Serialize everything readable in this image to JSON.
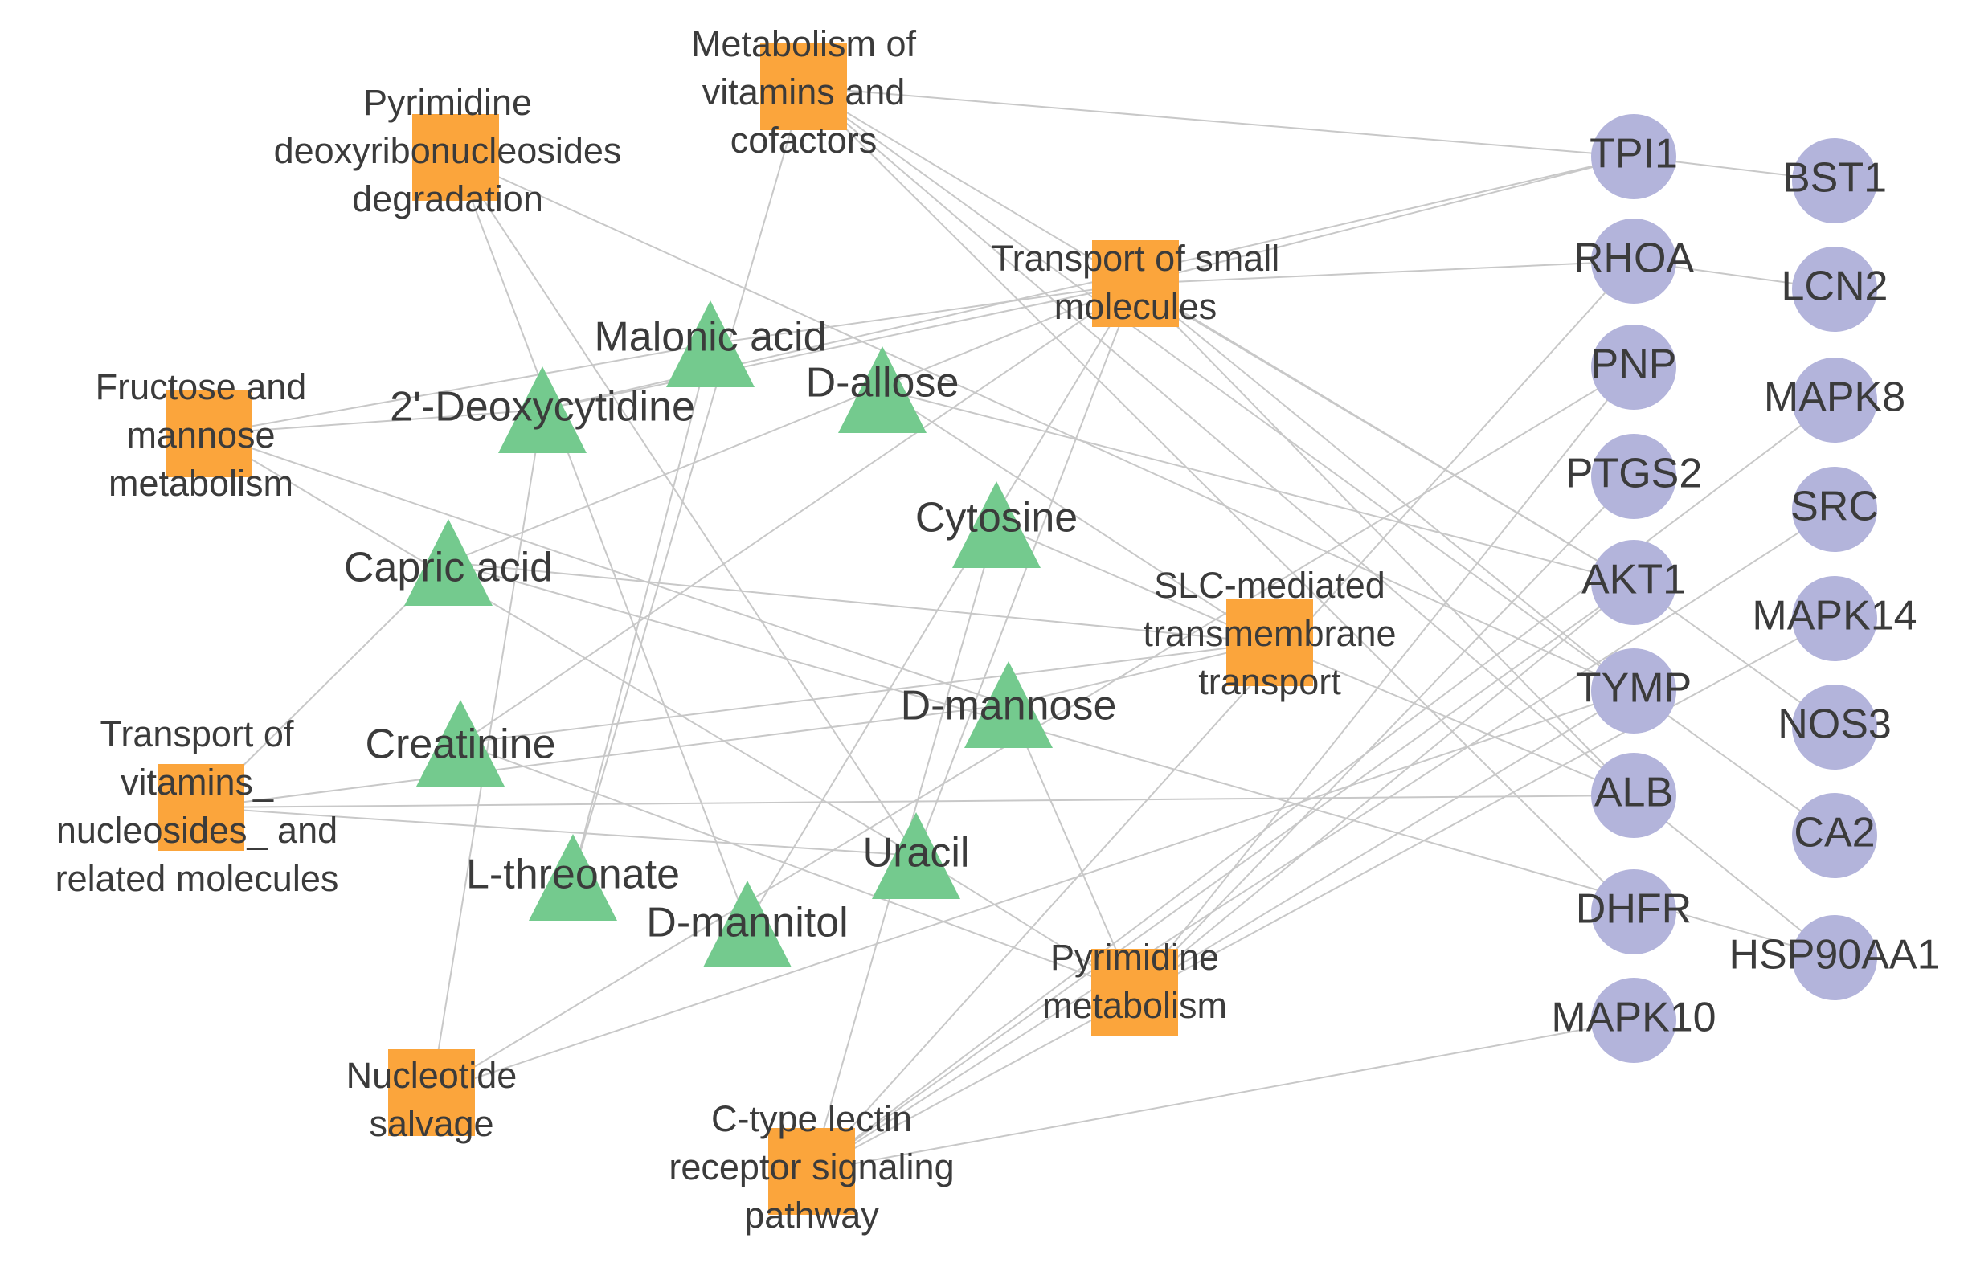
{
  "colors": {
    "pathway": "#FBA53C",
    "metabolite": "#74CA8E",
    "target": "#B3B4DB",
    "edge": "#C8C8C8",
    "label": "#3B3B3B"
  },
  "pathways": [
    {
      "id": "p_metvit",
      "lines": [
        "Metabolism of",
        "vitamins and",
        "cofactors"
      ]
    },
    {
      "id": "p_pyrdeg",
      "lines": [
        "Pyrimidine",
        "deoxyribonucleosides",
        "degradation"
      ]
    },
    {
      "id": "p_transsmall",
      "lines": [
        "Transport of small",
        "molecules"
      ]
    },
    {
      "id": "p_fructose",
      "lines": [
        "Fructose and",
        "mannose",
        "metabolism"
      ]
    },
    {
      "id": "p_slc",
      "lines": [
        "SLC-mediated",
        "transmembrane",
        "transport"
      ]
    },
    {
      "id": "p_transvit",
      "lines": [
        "Transport of",
        "vitamins_",
        "nucleosides_ and",
        "related molecules"
      ]
    },
    {
      "id": "p_pyrmet",
      "lines": [
        "Pyrimidine",
        "metabolism"
      ]
    },
    {
      "id": "p_nucsalv",
      "lines": [
        "Nucleotide",
        "salvage"
      ]
    },
    {
      "id": "p_ctype",
      "lines": [
        "C-type lectin",
        "receptor signaling",
        "pathway"
      ]
    }
  ],
  "metabolites": [
    {
      "id": "m_malonic",
      "label": "Malonic acid"
    },
    {
      "id": "m_deoxycyt",
      "label": "2'-Deoxycytidine"
    },
    {
      "id": "m_dallose",
      "label": "D-allose"
    },
    {
      "id": "m_capric",
      "label": "Capric acid"
    },
    {
      "id": "m_cytosine",
      "label": "Cytosine"
    },
    {
      "id": "m_dmannose",
      "label": "D-mannose"
    },
    {
      "id": "m_creatinine",
      "label": "Creatinine"
    },
    {
      "id": "m_uracil",
      "label": "Uracil"
    },
    {
      "id": "m_lthreonate",
      "label": "L-threonate"
    },
    {
      "id": "m_dmannitol",
      "label": "D-mannitol"
    }
  ],
  "targets": [
    {
      "id": "t_tpi1",
      "label": "TPI1"
    },
    {
      "id": "t_bst1",
      "label": "BST1"
    },
    {
      "id": "t_rhoa",
      "label": "RHOA"
    },
    {
      "id": "t_lcn2",
      "label": "LCN2"
    },
    {
      "id": "t_pnp",
      "label": "PNP"
    },
    {
      "id": "t_mapk8",
      "label": "MAPK8"
    },
    {
      "id": "t_ptgs2",
      "label": "PTGS2"
    },
    {
      "id": "t_src",
      "label": "SRC"
    },
    {
      "id": "t_akt1",
      "label": "AKT1"
    },
    {
      "id": "t_mapk14",
      "label": "MAPK14"
    },
    {
      "id": "t_tymp",
      "label": "TYMP"
    },
    {
      "id": "t_nos3",
      "label": "NOS3"
    },
    {
      "id": "t_alb",
      "label": "ALB"
    },
    {
      "id": "t_ca2",
      "label": "CA2"
    },
    {
      "id": "t_dhfr",
      "label": "DHFR"
    },
    {
      "id": "t_hsp90aa1",
      "label": "HSP90AA1"
    },
    {
      "id": "t_mapk10",
      "label": "MAPK10"
    }
  ],
  "edges": [
    [
      "p_metvit",
      "t_tpi1"
    ],
    [
      "p_metvit",
      "t_akt1"
    ],
    [
      "p_metvit",
      "t_tymp"
    ],
    [
      "p_metvit",
      "t_alb"
    ],
    [
      "p_metvit",
      "m_lthreonate"
    ],
    [
      "p_metvit",
      "t_dhfr"
    ],
    [
      "p_pyrdeg",
      "m_uracil"
    ],
    [
      "p_pyrdeg",
      "m_dmannitol"
    ],
    [
      "p_pyrdeg",
      "t_tymp"
    ],
    [
      "p_transsmall",
      "t_rhoa"
    ],
    [
      "p_transsmall",
      "t_tpi1"
    ],
    [
      "p_transsmall",
      "t_akt1"
    ],
    [
      "p_transsmall",
      "t_tymp"
    ],
    [
      "p_transsmall",
      "t_alb"
    ],
    [
      "p_transsmall",
      "m_capric"
    ],
    [
      "p_transsmall",
      "m_creatinine"
    ],
    [
      "p_transsmall",
      "m_deoxycyt"
    ],
    [
      "p_transsmall",
      "m_uracil"
    ],
    [
      "p_transsmall",
      "m_dmannitol"
    ],
    [
      "p_transsmall",
      "m_malonic"
    ],
    [
      "p_fructose",
      "m_malonic"
    ],
    [
      "p_fructose",
      "m_deoxycyt"
    ],
    [
      "p_fructose",
      "m_dmannose"
    ],
    [
      "p_fructose",
      "m_uracil"
    ],
    [
      "p_slc",
      "m_capric"
    ],
    [
      "p_slc",
      "m_dmannose"
    ],
    [
      "p_slc",
      "m_creatinine"
    ],
    [
      "p_slc",
      "m_cytosine"
    ],
    [
      "p_slc",
      "m_dallose"
    ],
    [
      "p_slc",
      "t_alb"
    ],
    [
      "p_transvit",
      "m_capric"
    ],
    [
      "p_transvit",
      "m_dmannose"
    ],
    [
      "p_transvit",
      "t_alb"
    ],
    [
      "p_transvit",
      "m_uracil"
    ],
    [
      "p_pyrmet",
      "m_dmannose"
    ],
    [
      "p_pyrmet",
      "m_uracil"
    ],
    [
      "p_pyrmet",
      "t_tymp"
    ],
    [
      "p_pyrmet",
      "t_pnp"
    ],
    [
      "p_pyrmet",
      "t_akt1"
    ],
    [
      "p_pyrmet",
      "t_ptgs2"
    ],
    [
      "p_pyrmet",
      "m_creatinine"
    ],
    [
      "p_nucsalv",
      "m_deoxycyt"
    ],
    [
      "p_nucsalv",
      "t_pnp"
    ],
    [
      "p_nucsalv",
      "t_tymp"
    ],
    [
      "p_ctype",
      "t_rhoa"
    ],
    [
      "p_ctype",
      "t_mapk10"
    ],
    [
      "p_ctype",
      "t_akt1"
    ],
    [
      "p_ctype",
      "t_mapk8"
    ],
    [
      "p_ctype",
      "t_mapk14"
    ],
    [
      "p_ctype",
      "t_src"
    ],
    [
      "p_ctype",
      "m_cytosine"
    ],
    [
      "m_deoxycyt",
      "t_tpi1"
    ],
    [
      "m_dallose",
      "t_akt1"
    ],
    [
      "m_capric",
      "t_hsp90aa1"
    ],
    [
      "m_lthreonate",
      "m_malonic"
    ],
    [
      "t_tpi1",
      "t_bst1"
    ],
    [
      "t_rhoa",
      "t_lcn2"
    ],
    [
      "t_tymp",
      "t_ca2"
    ],
    [
      "t_alb",
      "t_hsp90aa1"
    ],
    [
      "t_akt1",
      "t_nos3"
    ]
  ]
}
